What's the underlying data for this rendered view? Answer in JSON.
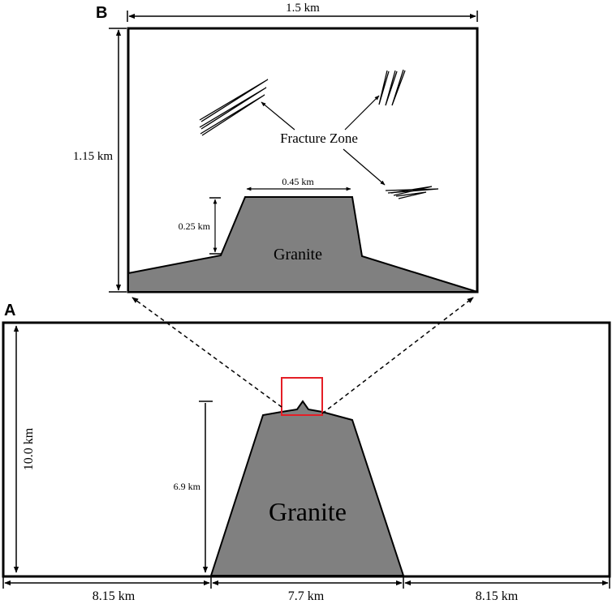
{
  "panels": {
    "a": {
      "letter": "A",
      "granite_label": "Granite",
      "height_label": "10.0 km",
      "granite_height_label": "6.9 km",
      "left_width_label": "8.15 km",
      "middle_width_label": "7.7 km",
      "right_width_label": "8.15 km"
    },
    "b": {
      "letter": "B",
      "width_label": "1.5 km",
      "height_label": "1.15 km",
      "top_width_label": "0.45 km",
      "top_height_label": "0.25 km",
      "granite_label": "Granite",
      "fracture_label": "Fracture Zone"
    }
  },
  "colors": {
    "granite_fill": "#808080",
    "outline": "#000000",
    "zoom_box": "#e41e26"
  }
}
